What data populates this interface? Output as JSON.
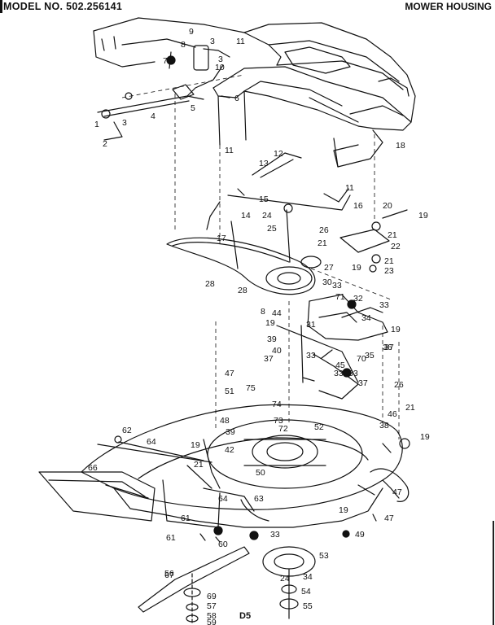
{
  "header": {
    "model": "MODEL NO. 502.256141",
    "section": "MOWER HOUSING"
  },
  "page_code": "D5",
  "callouts": [
    {
      "id": "c1",
      "text": "1"
    },
    {
      "id": "c2",
      "text": "2"
    },
    {
      "id": "c3",
      "text": "3"
    },
    {
      "id": "c3b",
      "text": "3"
    },
    {
      "id": "c3c",
      "text": "3"
    },
    {
      "id": "c4",
      "text": "4"
    },
    {
      "id": "c5",
      "text": "5"
    },
    {
      "id": "c6",
      "text": "6"
    },
    {
      "id": "c7",
      "text": "7"
    },
    {
      "id": "c8",
      "text": "8"
    },
    {
      "id": "c9",
      "text": "9"
    },
    {
      "id": "c10",
      "text": "10"
    },
    {
      "id": "c11",
      "text": "11"
    },
    {
      "id": "c11b",
      "text": "11"
    },
    {
      "id": "c11c",
      "text": "11"
    },
    {
      "id": "c12",
      "text": "12"
    },
    {
      "id": "c13",
      "text": "13"
    },
    {
      "id": "c14",
      "text": "14"
    },
    {
      "id": "c15",
      "text": "15"
    },
    {
      "id": "c16",
      "text": "16"
    },
    {
      "id": "c17",
      "text": "17"
    },
    {
      "id": "c18",
      "text": "18"
    },
    {
      "id": "c19",
      "text": "19"
    },
    {
      "id": "c19b",
      "text": "19"
    },
    {
      "id": "c19c",
      "text": "19"
    },
    {
      "id": "c19d",
      "text": "19"
    },
    {
      "id": "c19e",
      "text": "19"
    },
    {
      "id": "c19f",
      "text": "19"
    },
    {
      "id": "c19g",
      "text": "19"
    },
    {
      "id": "c20",
      "text": "20"
    },
    {
      "id": "c21",
      "text": "21"
    },
    {
      "id": "c21b",
      "text": "21"
    },
    {
      "id": "c21c",
      "text": "21"
    },
    {
      "id": "c21d",
      "text": "21"
    },
    {
      "id": "c21e",
      "text": "21"
    },
    {
      "id": "c22",
      "text": "22"
    },
    {
      "id": "c23",
      "text": "23"
    },
    {
      "id": "c24",
      "text": "24"
    },
    {
      "id": "c24b",
      "text": "24"
    },
    {
      "id": "c25",
      "text": "25"
    },
    {
      "id": "c26",
      "text": "26"
    },
    {
      "id": "c26b",
      "text": "26"
    },
    {
      "id": "c27",
      "text": "27"
    },
    {
      "id": "c28",
      "text": "28"
    },
    {
      "id": "c28b",
      "text": "28"
    },
    {
      "id": "c30",
      "text": "30"
    },
    {
      "id": "c31",
      "text": "31"
    },
    {
      "id": "c32",
      "text": "32"
    },
    {
      "id": "c33",
      "text": "33"
    },
    {
      "id": "c33b",
      "text": "33"
    },
    {
      "id": "c33c",
      "text": "33"
    },
    {
      "id": "c33d",
      "text": "33"
    },
    {
      "id": "c33e",
      "text": "33"
    },
    {
      "id": "c33f",
      "text": "33"
    },
    {
      "id": "c34",
      "text": "34"
    },
    {
      "id": "c34b",
      "text": "34"
    },
    {
      "id": "c35",
      "text": "35"
    },
    {
      "id": "c36",
      "text": "36"
    },
    {
      "id": "c37",
      "text": "37"
    },
    {
      "id": "c37b",
      "text": "37"
    },
    {
      "id": "c37c",
      "text": "37"
    },
    {
      "id": "c38",
      "text": "38"
    },
    {
      "id": "c39",
      "text": "39"
    },
    {
      "id": "c39b",
      "text": "39"
    },
    {
      "id": "c40",
      "text": "40"
    },
    {
      "id": "c42",
      "text": "42"
    },
    {
      "id": "c44",
      "text": "44"
    },
    {
      "id": "c45",
      "text": "45"
    },
    {
      "id": "c46",
      "text": "46"
    },
    {
      "id": "c47",
      "text": "47"
    },
    {
      "id": "c47b",
      "text": "47"
    },
    {
      "id": "c47c",
      "text": "47"
    },
    {
      "id": "c48",
      "text": "48"
    },
    {
      "id": "c49",
      "text": "49"
    },
    {
      "id": "c50",
      "text": "50"
    },
    {
      "id": "c51",
      "text": "51"
    },
    {
      "id": "c52",
      "text": "52"
    },
    {
      "id": "c53",
      "text": "53"
    },
    {
      "id": "c54",
      "text": "54"
    },
    {
      "id": "c55",
      "text": "55"
    },
    {
      "id": "c56",
      "text": "56"
    },
    {
      "id": "c57",
      "text": "57"
    },
    {
      "id": "c58",
      "text": "58"
    },
    {
      "id": "c59",
      "text": "59"
    },
    {
      "id": "c60",
      "text": "60"
    },
    {
      "id": "c61",
      "text": "61"
    },
    {
      "id": "c61b",
      "text": "61"
    },
    {
      "id": "c62",
      "text": "62"
    },
    {
      "id": "c63",
      "text": "63"
    },
    {
      "id": "c64",
      "text": "64"
    },
    {
      "id": "c64b",
      "text": "64"
    },
    {
      "id": "c66",
      "text": "66"
    },
    {
      "id": "c67",
      "text": "67"
    },
    {
      "id": "c69",
      "text": "69"
    },
    {
      "id": "c70",
      "text": "70"
    },
    {
      "id": "c71",
      "text": "71"
    },
    {
      "id": "c72",
      "text": "72"
    },
    {
      "id": "c73",
      "text": "73"
    },
    {
      "id": "c74",
      "text": "74"
    },
    {
      "id": "c75",
      "text": "75"
    },
    {
      "id": "c8b",
      "text": "8"
    }
  ]
}
